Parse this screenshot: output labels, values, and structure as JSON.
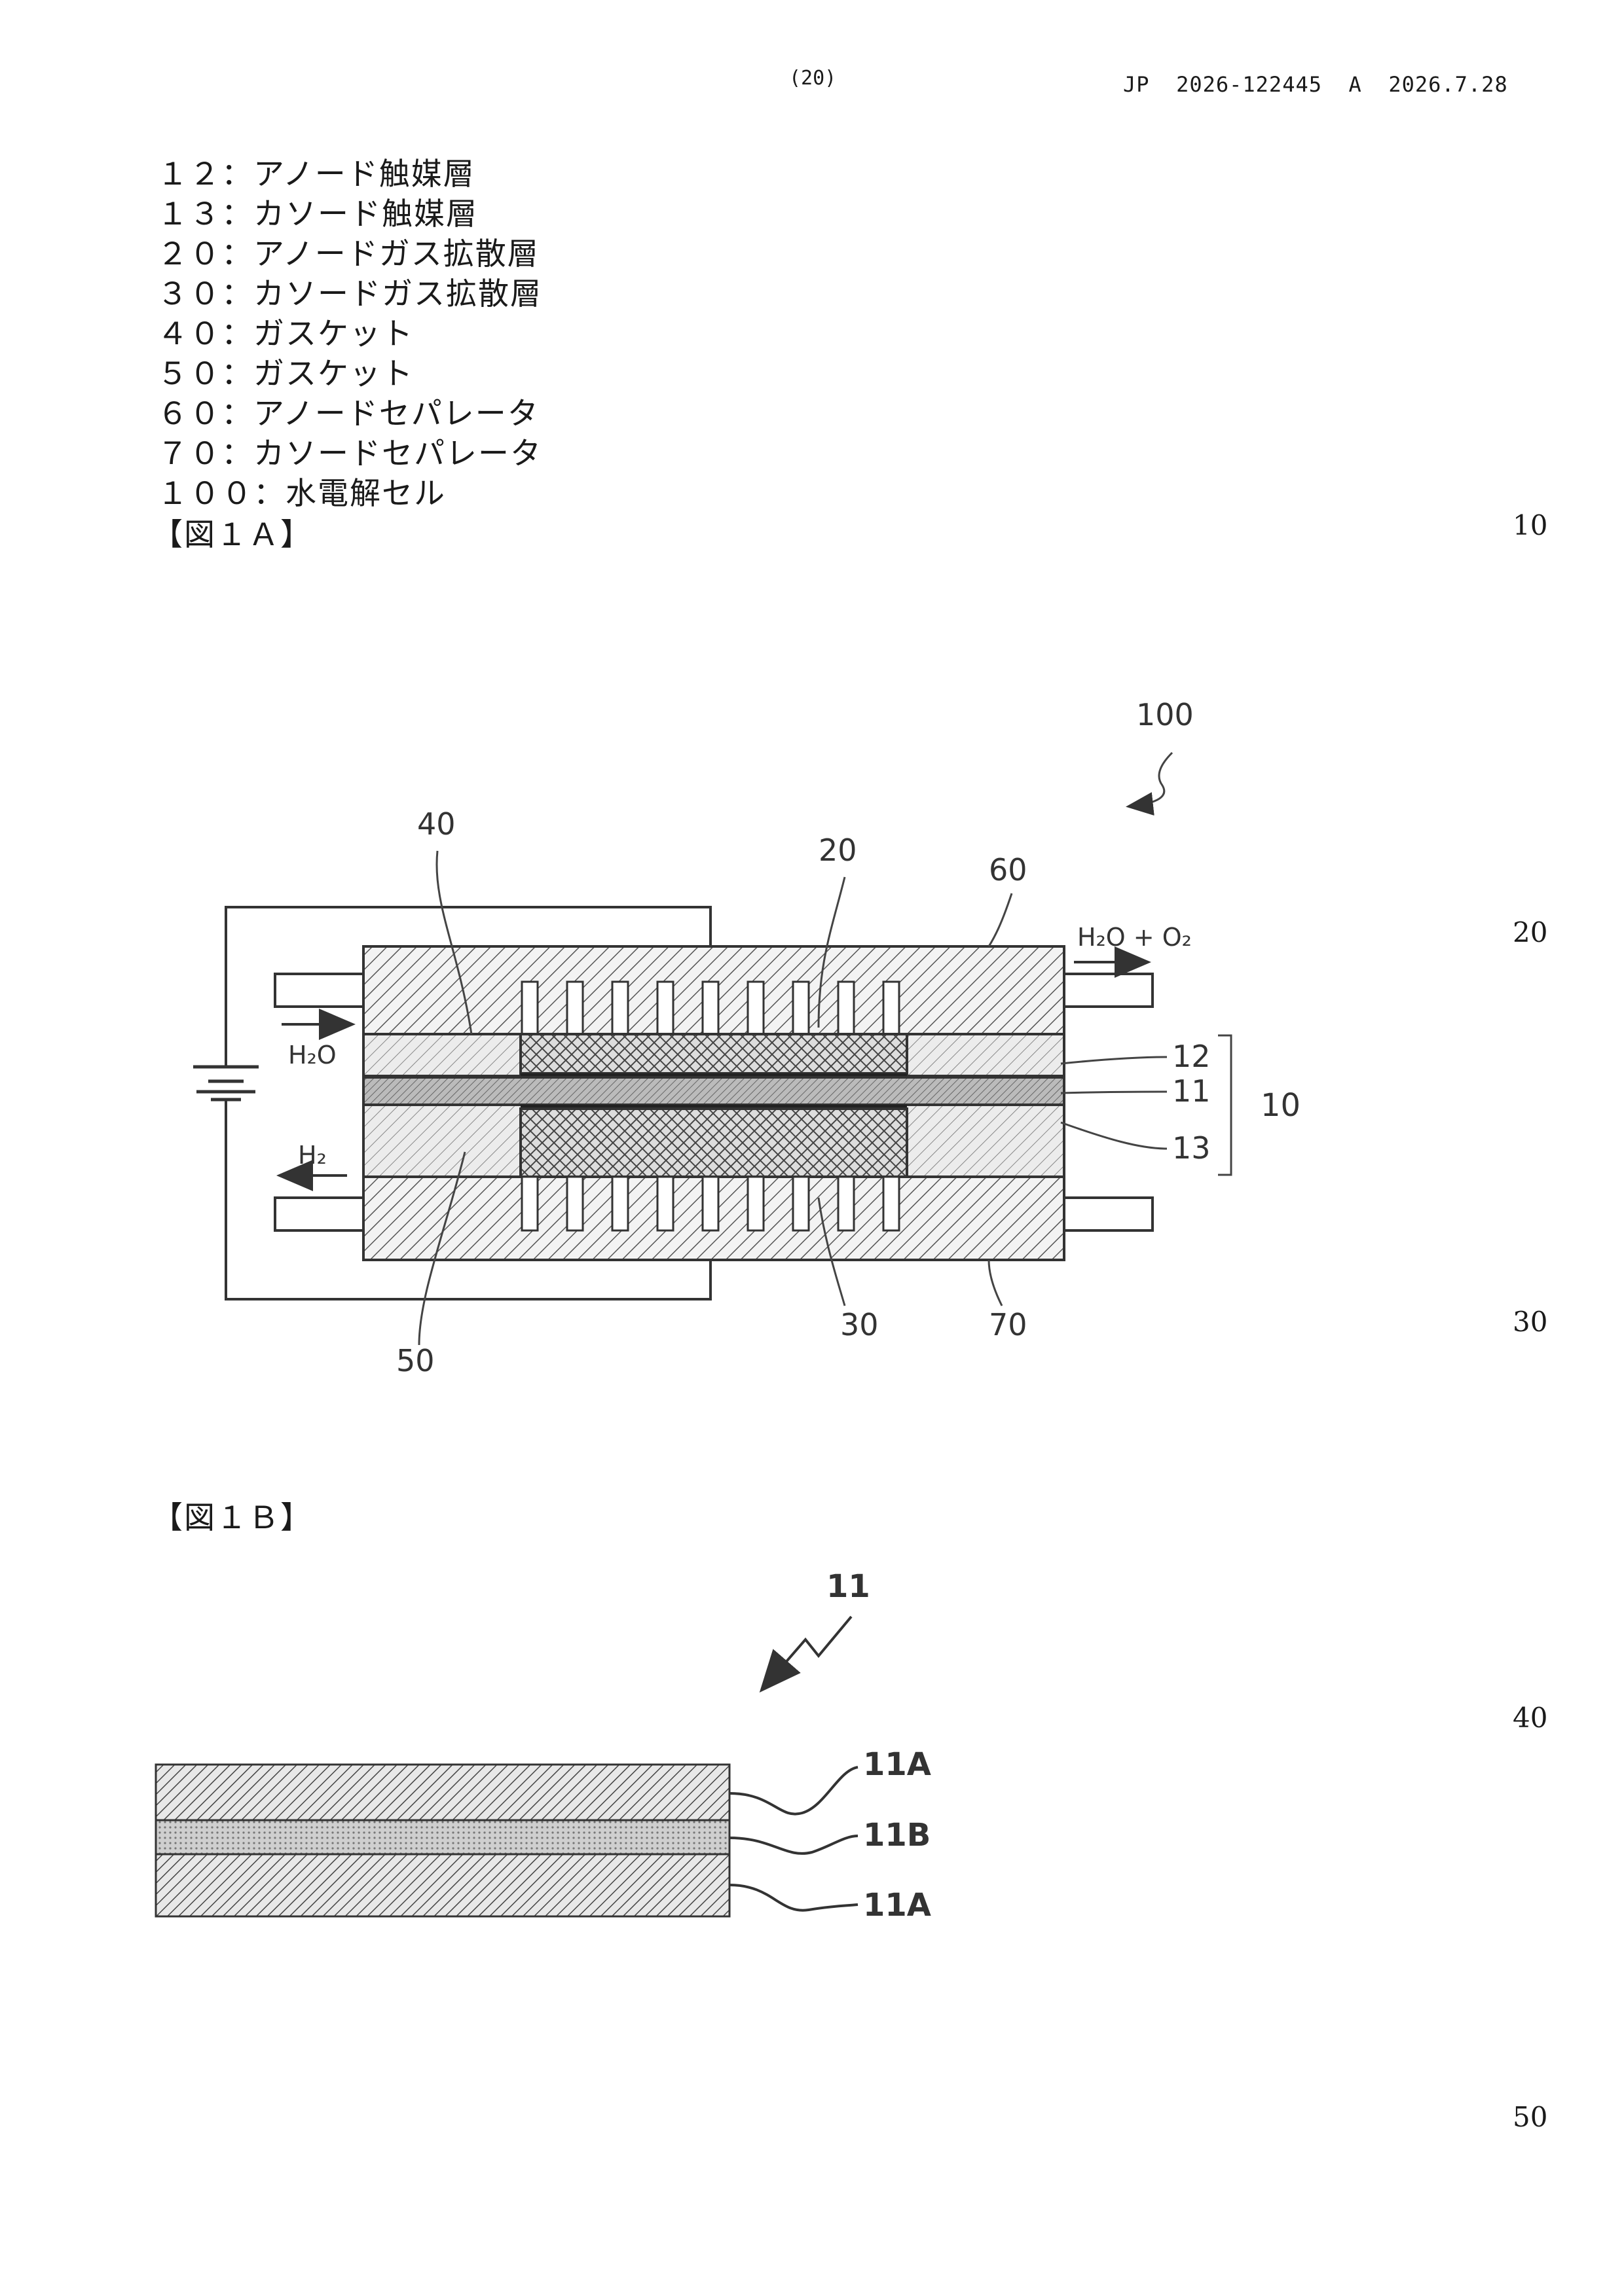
{
  "header": {
    "page_number": "(20)",
    "publication": "JP  2026-122445  A  2026.7.28"
  },
  "legend": [
    "１２：アノード触媒層",
    "１３：カソード触媒層",
    "２０：アノードガス拡散層",
    "３０：カソードガス拡散層",
    "４０：ガスケット",
    "５０：ガスケット",
    "６０：アノードセパレータ",
    "７０：カソードセパレータ",
    "１００：水電解セル"
  ],
  "figures": {
    "fig1a": {
      "label": "【図１Ａ】",
      "refs": {
        "r100": "100",
        "r40": "40",
        "r20": "20",
        "r60": "60",
        "r12": "12",
        "r11": "11",
        "r13": "13",
        "r10": "10",
        "r50": "50",
        "r30": "30",
        "r70": "70"
      },
      "flows": {
        "h2o_in": "H₂O",
        "h2_out": "H₂",
        "h2o_o2_out": "H₂O + O₂"
      }
    },
    "fig1b": {
      "label": "【図１Ｂ】",
      "refs": {
        "r11": "11",
        "r11a_top": "11A",
        "r11b": "11B",
        "r11a_bottom": "11A"
      }
    }
  },
  "line_numbers": [
    "10",
    "20",
    "30",
    "40",
    "50"
  ]
}
